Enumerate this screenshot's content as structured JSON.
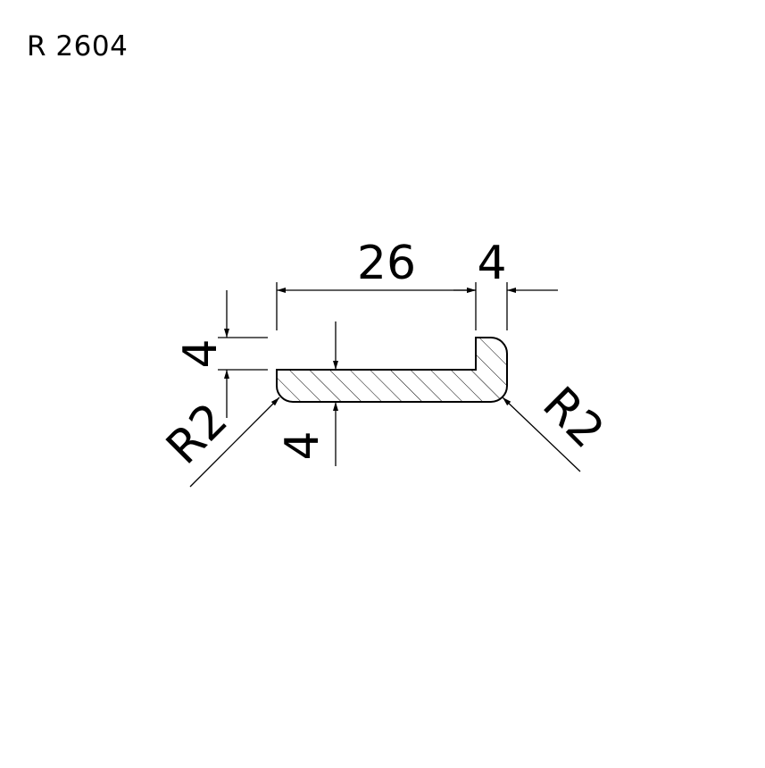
{
  "title": "R 2604",
  "dimensions": {
    "length": "26",
    "lip_width": "4",
    "lip_height": "4",
    "thickness": "4",
    "radius_left": "R2",
    "radius_right": "R2"
  },
  "colors": {
    "line": "#000000",
    "background": "#ffffff"
  }
}
